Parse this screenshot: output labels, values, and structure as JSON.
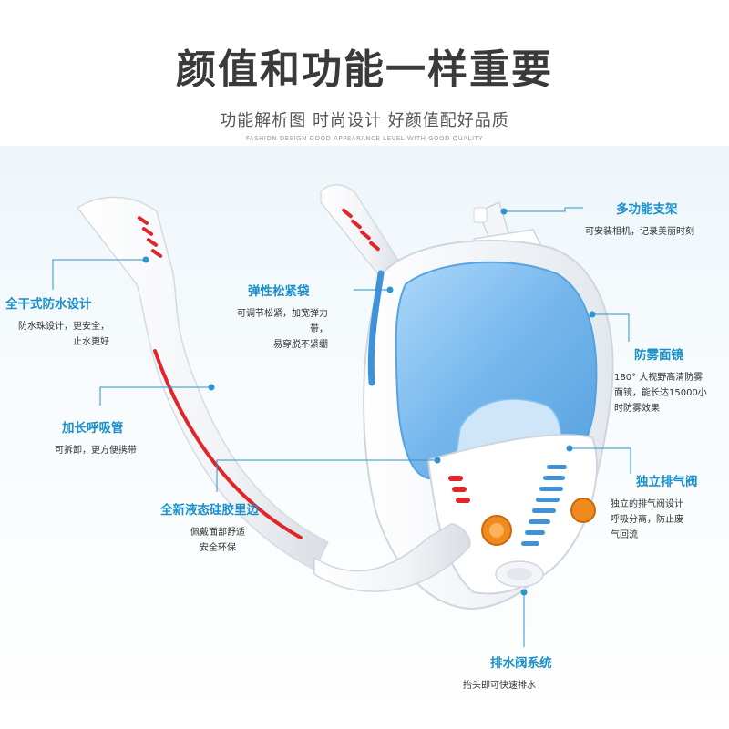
{
  "header": {
    "title": "颜值和功能一样重要",
    "subtitle": "功能解析图 时尚设计 好颜值配好品质",
    "subtitle_en": "FASHION DESIGN GOOD APPEARANCE LEVEL WITH GOOD QUALITY"
  },
  "features": {
    "bracket": {
      "title": "多功能支架",
      "desc": "可安装相机，记录美丽时刻"
    },
    "dry_top": {
      "title": "全干式防水设计",
      "line1": "防水珠设计，更安全，",
      "line2": "止水更好"
    },
    "strap": {
      "title": "弹性松紧袋",
      "line1": "可调节松紧，加宽弹力带，",
      "line2": "易穿脱不紧绷"
    },
    "anti_fog": {
      "title": "防雾面镜",
      "line1": "180° 大视野高清防雾",
      "line2": "面镜，能长达15000小",
      "line3": "时防雾效果"
    },
    "long_tube": {
      "title": "加长呼吸管",
      "desc": "可拆卸，更方便携带"
    },
    "exhaust": {
      "title": "独立排气阀",
      "line1": "独立的排气阀设计",
      "line2": "呼吸分离，防止废",
      "line3": "气回流"
    },
    "silicone": {
      "title": "全新液态硅胶里边",
      "line1": "佩戴面部舒适",
      "line2": "安全环保"
    },
    "drain": {
      "title": "排水阀系统",
      "desc": "抬头即可快速排水"
    }
  },
  "colors": {
    "accent": "#1a8fc9",
    "lens_blue": "#6fb4ec",
    "frame_white": "#f7f9fb",
    "tube_red": "#e0262b",
    "valve_orange": "#f08a1c"
  }
}
